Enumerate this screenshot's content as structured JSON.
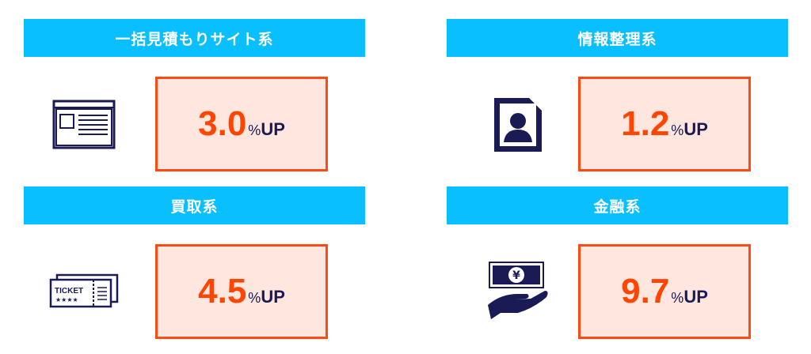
{
  "colors": {
    "header": "#0abfff",
    "border": "#ff4a14",
    "fill": "#ffe6df",
    "value": "#ff4500",
    "navy": "#1a1a55"
  },
  "cards": [
    {
      "title": "一括見積もりサイト系",
      "value": "3.0",
      "pct": "%",
      "up": "UP",
      "icon": "browser-window-icon"
    },
    {
      "title": "情報整理系",
      "value": "1.2",
      "pct": "%",
      "up": "UP",
      "icon": "profile-document-icon"
    },
    {
      "title": "買取系",
      "value": "4.5",
      "pct": "%",
      "up": "UP",
      "icon": "ticket-icon",
      "icon_text": "TICKET"
    },
    {
      "title": "金融系",
      "value": "9.7",
      "pct": "%",
      "up": "UP",
      "icon": "yen-money-hand-icon",
      "icon_text": "¥"
    }
  ]
}
